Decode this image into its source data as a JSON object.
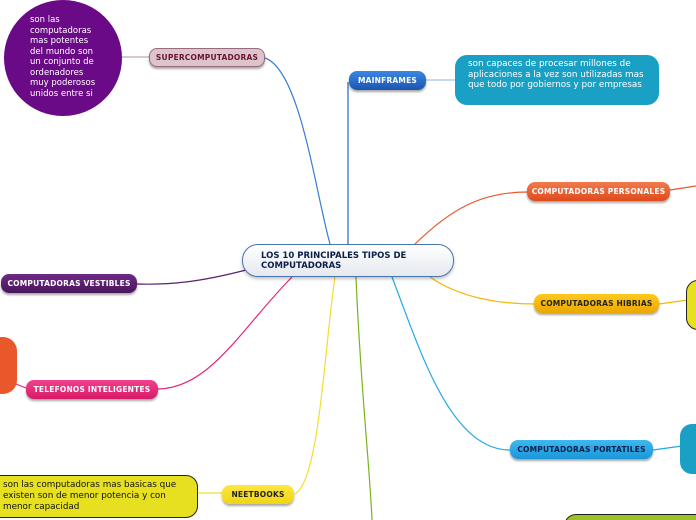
{
  "center": {
    "title": "LOS 10 PRINCIPALES TIPOS DE COMPUTADORAS"
  },
  "branches": {
    "supercomputadoras": "SUPERCOMPUTADORAS",
    "mainframes": "MAINFRAMES",
    "personales": "COMPUTADORAS PERSONALES",
    "hibrias": "COMPUTADORAS HIBRIAS",
    "portatiles": "COMPUTADORAS PORTATILES",
    "vestibles": "COMPUTADORAS VESTIBLES",
    "telefonos": "TELEFONOS INTELIGENTES",
    "neetbooks": "NEETBOOKS"
  },
  "notes": {
    "supercomputadoras": "son las computadoras mas potentes del mundo son un conjunto de ordenadores muy poderosos unidos entre si",
    "mainframes": "son capaces de procesar millones de aplicaciones a la vez son utilizadas mas que todo por gobiernos y por empresas",
    "neetbooks": "son las computadoras mas basicas que existen son de menor potencia y con menor capacidad"
  },
  "colors": {
    "supercomputadoras": "#dcc3cc",
    "mainframes": "#1e66c4",
    "personales": "#e8582b",
    "hibrias": "#f5b80a",
    "portatiles": "#22a8e6",
    "vestibles": "#5b2070",
    "telefonos": "#e8257a",
    "neetbooks": "#f3dd2e",
    "purple_note": "#6a0a86",
    "teal_note": "#1aa0c4",
    "yellow_note": "#e6e021"
  }
}
